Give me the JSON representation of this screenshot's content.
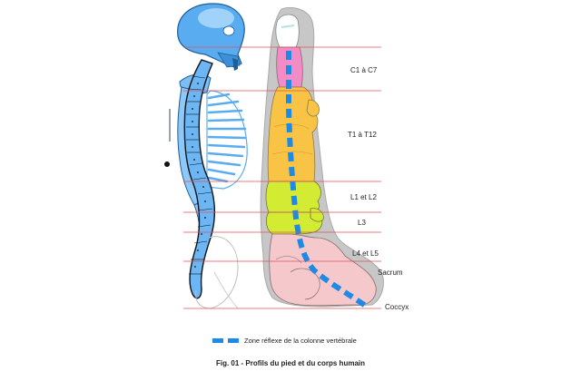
{
  "diagram": {
    "regions": [
      {
        "id": "cervical",
        "label": "C1 à C7",
        "color": "#f28cc7"
      },
      {
        "id": "thoracic",
        "label": "T1 à T12",
        "color": "#f9c445"
      },
      {
        "id": "lumbar_l1_l2",
        "label": "L1 et L2",
        "color": "#d3ec33"
      },
      {
        "id": "lumbar_l3",
        "label": "L3",
        "color": "#d3ec33"
      },
      {
        "id": "lumbar_l4_l5",
        "label": "L4 et L5",
        "color": "#f5c8cc"
      },
      {
        "id": "sacrum",
        "label": "Sacrum",
        "color": "#f5c8cc"
      },
      {
        "id": "coccyx",
        "label": "Coccyx",
        "color": "#f5c8cc"
      }
    ],
    "legend": {
      "label": "Zone réflexe de la colonne vertébrale",
      "color": "#1f8ae6"
    },
    "caption": "Fig. 01 - Profils du pied et du corps humain",
    "skeleton_color": "#5aacf0",
    "guide_line_color": "#e0505a"
  }
}
